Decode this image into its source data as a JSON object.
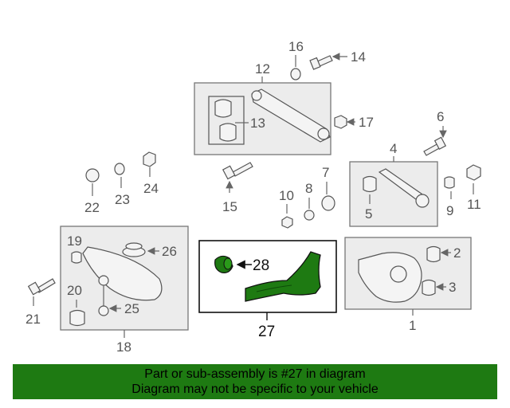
{
  "callouts": {
    "n1": "1",
    "n2": "2",
    "n3": "3",
    "n4": "4",
    "n5": "5",
    "n6": "6",
    "n7": "7",
    "n8": "8",
    "n9": "9",
    "n10": "10",
    "n11": "11",
    "n12": "12",
    "n13": "13",
    "n14": "14",
    "n15": "15",
    "n16": "16",
    "n17": "17",
    "n18": "18",
    "n19": "19",
    "n20": "20",
    "n21": "21",
    "n22": "22",
    "n23": "23",
    "n24": "24",
    "n25": "25",
    "n26": "26",
    "n27": "27",
    "n28": "28"
  },
  "highlight_color": "#1e7a12",
  "banner": {
    "line1": "Part or sub-assembly is #27 in diagram",
    "line2": "Diagram may not be specific to your vehicle"
  }
}
